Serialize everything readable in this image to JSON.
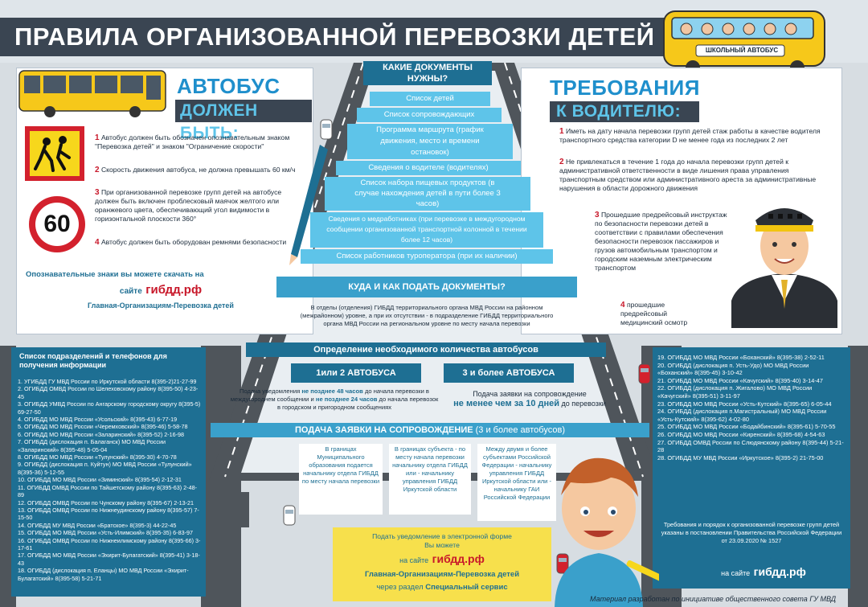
{
  "title": "ПРАВИЛА ОРГАНИЗОВАННОЙ ПЕРЕВОЗКИ ДЕТЕЙ",
  "school_bus_sign": "ШКОЛЬНЫЙ АВТОБУС",
  "left_panel": {
    "heading_1": "АВТОБУС",
    "heading_2": "ДОЛЖЕН БЫТЬ:",
    "speed_sign": "60",
    "items": [
      {
        "n": "1",
        "text": "Автобус должен быть обозначен опознавательным знаком \"Перевозка детей\" и знаком \"Ограничение скорости\""
      },
      {
        "n": "2",
        "text": "Скорость движения автобуса, не должна превышать 60 км/ч"
      },
      {
        "n": "3",
        "text": "При организованной перевозке групп детей на автобусе должен быть включен проблесковый маячок желтого или оранжевого цвета, обеспечивающий угол видимости в горизонтальной плоскости 360°"
      },
      {
        "n": "4",
        "text": "Автобус должен быть оборудован ремнями безопасности"
      }
    ],
    "download_text": "Опознавательные знаки вы можете скачать на",
    "site_prefix": "сайте",
    "site": "гибдд.рф",
    "path": "Главная-Организациям-Перевозка детей"
  },
  "right_panel": {
    "heading_1": "ТРЕБОВАНИЯ",
    "heading_2": "К ВОДИТЕЛЮ:",
    "items": [
      {
        "n": "1",
        "text": "Иметь на дату начала перевозки групп детей стаж работы в качестве водителя транспортного средства категории D не менее года из последних 2 лет"
      },
      {
        "n": "2",
        "text": "Не привлекаться в течение 1 года до начала перевозки групп детей к административной ответственности в виде лишения права управления транспортным средством или административного ареста за административные нарушения в области дорожного движения"
      },
      {
        "n": "3",
        "text": "Прошедшие предрейсовый инструктаж по безопасности перевозки детей в соответствии с правилами обеспечения безопасности перевозок пассажиров и грузов автомобильным транспортом и городским наземным электрическим транспортом"
      },
      {
        "n": "4",
        "text": "прошедшие предрейсовый медицинский осмотр"
      }
    ]
  },
  "pyramid": {
    "heading": "КАКИЕ ДОКУМЕНТЫ НУЖНЫ?",
    "docs": [
      "Список детей",
      "Список сопровождающих",
      "Программа маршрута (график движения, место и времени остановок)",
      "Сведения о водителе (водителях)",
      "Список набора пищевых продуктов (в случае нахождения детей в пути более 3 часов)",
      "Сведения о медработниках (при перевозке в междугородном сообщении организованной транспортной колонной в течении более 12 часов)",
      "Список работников туроператора (при их наличии)"
    ],
    "where_heading": "КУДА И КАК ПОДАТЬ ДОКУМЕНТЫ?",
    "where_text": "В отделы (отделения) ГИБДД территориального органа МВД России на районном (межрайонном) уровне, а при их отсутствии - в подразделение ГИБДД территориального органа МВД России на региональном уровне по месту начала перевозки",
    "count_heading": "Определение необходимого количества автобусов",
    "option_a": "1или 2 АВТОБУСА",
    "option_b": "3 и более АВТОБУСА",
    "option_a_text_1": "Подача уведомления",
    "option_a_bold_1": "не позднее 48 часов",
    "option_a_text_2": "до начала перевозки в междугороднем сообщении и",
    "option_a_bold_2": "не позднее 24 часов",
    "option_a_text_3": "до начала перевозок в городском и пригородном сообщениях",
    "option_b_text_1": "Подача заявки на сопровождение",
    "option_b_bold": "не менее чем за 10 дней",
    "option_b_text_2": "до перевозки",
    "escort_heading": "ПОДАЧА ЗАЯВКИ НА СОПРОВОЖДЕНИЕ",
    "escort_note": "(3 и более автобусов)",
    "escort_cols": [
      "В границах Муниципального образования подается начальнику отдела ГИБДД по месту начала перевозки",
      "В границах субъекта - по месту начала перевозки начальнику отдела ГИБДД или - начальнику управления ГИБДД Иркутской области",
      "Между двумя и более субъектами Российской Федерации - начальнику управления ГИБДД Иркутской области или - начальнику ГАИ Российской Федерации"
    ],
    "notice_1": "Подать уведомление в электронной форме",
    "notice_2": "Вы можете",
    "notice_site_prefix": "на сайте",
    "notice_site": "гибдд.рф",
    "notice_path": "Главная-Организациям-Перевозка детей",
    "notice_via": "через раздел",
    "notice_section": "Специальный сервис"
  },
  "left_list": {
    "heading": "Список подразделений и телефонов для получения информации",
    "entries": [
      "1. УГИБДД ГУ МВД России по Иркутской области 8(395-2)21-27-99",
      "2. ОГИБДД ОМВД России по Шелеховскому району 8(395-50) 4-23-45",
      "3. ОГИБДД УМВД России по Ангарскому городскому округу 8(395-5) 69-27-50",
      "4. ОГИБДД МО МВД России «Усольский» 8(395-43) 6-77-19",
      "5. ОГИБДД МО МВД России «Черемховский» 8(395-46) 5-58-78",
      "6. ОГИБДД МО МВД России «Заларинский» 8(395-52) 2-16-98",
      "7. ОГИБДД (дислокация п. Балаганск) МО МВД России «Заларинский» 8(395-48) 5-05-04",
      "8. ОГИБДД МО МВД России «Тулунский» 8(395-30) 4-70-78",
      "9. ОГИБДД (дислокация п. Куйтун) МО МВД России «Тулунский» 8(395-36) 5-12-55",
      "10. ОГИБДД МО МВД России «Зиминский» 8(395-54) 2-12-31",
      "11. ОГИБДД ОМВД России по Тайшетскому району 8(395-63) 2-48-89",
      "12. ОГИБДД ОМВД России по Чунскому району 8(395-67) 2-13-21",
      "13. ОГИБДД ОМВД России по Нижнеудинскому району 8(395-57) 7-15-50",
      "14. ОГИБДД МУ МВД России «Братское» 8(395-3) 44-22-45",
      "15. ОГИБДД МО МВД России «Усть-Илимский» 8(395-35) 6-83-97",
      "16. ОГИБДД ОМВД России по Нижнеилимскому району 8(395-66) 3-17-61",
      "17. ОГИБДД МО МВД России «Эхирит-Булагатский» 8(395-41) 3-18-43",
      "18. ОГИБДД (дислокация п. Еланцы) МО МВД России «Эхирит-Булагатский» 8(395-58) 5-21-71"
    ]
  },
  "right_list": {
    "entries": [
      "19. ОГИБДД МО МВД России «Боханский» 8(395-38) 2-52-11",
      "20. ОГИБДД (дислокация п. Усть-Удо) МО МВД России «Боханский» 8(395-45) 3-10-42",
      "21. ОГИБДД МО МВД России «Качугский» 8(395-40) 3-14-47",
      "22. ОГИБДД (дислокация п. Жигалово) МО МВД России «Качугский» 8(395-51) 3-11-97",
      "23. ОГИБДД МО МВД России «Усть-Кутский» 8(395-65) 6-05-44",
      "24. ОГИБДД (дислокация п.Магистральный) МО МВД России «Усть-Кутский» 8(395-62) 4-02-80",
      "25. ОГИБДД МО МВД России «Бодайбинский» 8(395-61) 5-70-55",
      "26. ОГИБДД МО МВД России «Киренский» 8(395-68) 4-54-63",
      "27. ОГИБДД ОМВД России по Слюдянскому району 8(395-44) 5-21-28",
      "28. ОГИБДД МУ МВД России «Иркутское» 8(395-2) 21-75-00"
    ],
    "rules_note": "Требования и порядок к организованной перевозке групп детей указаны в постановлении Правительства Российской Федерации от 23.09.2020 № 1527",
    "site_prefix": "на сайте",
    "site": "гибдд.рф"
  },
  "footer_note": "Материал разработан по инициативе общественного совета ГУ МВД",
  "colors": {
    "header_band": "#3a4552",
    "accent_blue": "#1f8fcc",
    "teal": "#1e6f93",
    "light_blue": "#3aa0cb",
    "cyan": "#5ec4e9",
    "road": "#4f555b",
    "number_red": "#c8182a",
    "notice_yellow": "#f7e04c"
  }
}
